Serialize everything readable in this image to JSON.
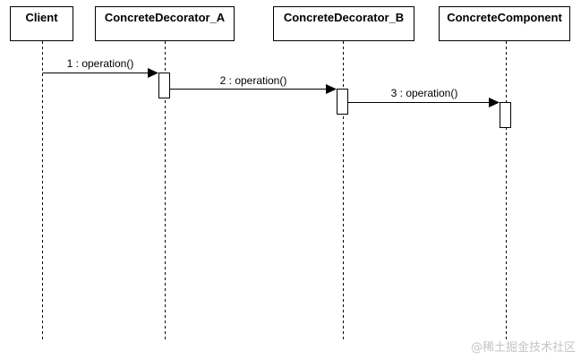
{
  "diagram": {
    "participants": [
      {
        "id": "client",
        "label": "Client"
      },
      {
        "id": "decorator-a",
        "label": "ConcreteDecorator_A"
      },
      {
        "id": "decorator-b",
        "label": "ConcreteDecorator_B"
      },
      {
        "id": "component",
        "label": "ConcreteComponent"
      }
    ],
    "messages": [
      {
        "from": "client",
        "to": "decorator-a",
        "label": "1 : operation()"
      },
      {
        "from": "decorator-a",
        "to": "decorator-b",
        "label": "2 : operation()"
      },
      {
        "from": "decorator-b",
        "to": "component",
        "label": "3 : operation()"
      }
    ]
  },
  "watermark": {
    "text": "@稀土掘金技术社区"
  }
}
